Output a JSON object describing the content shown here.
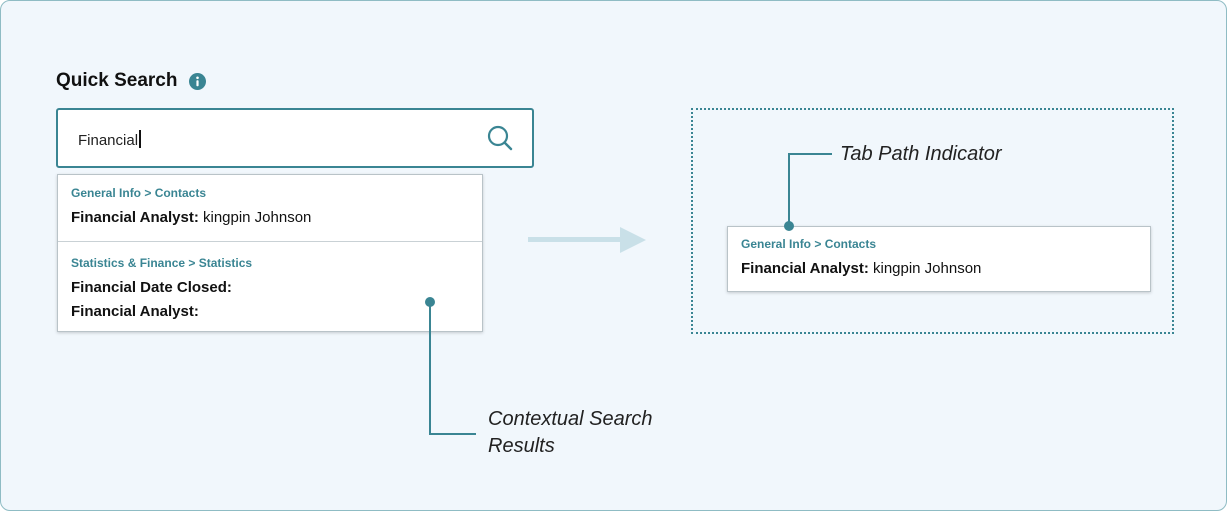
{
  "quick_search": {
    "title": "Quick Search",
    "info_icon": "info-icon",
    "input_value": "Financial",
    "search_icon": "search-icon"
  },
  "results": [
    {
      "path": "General Info > Contacts",
      "lines": [
        {
          "label": "Financial Analyst:",
          "value": "kingpin Johnson"
        }
      ]
    },
    {
      "path": "Statistics & Finance > Statistics",
      "lines": [
        {
          "label": "Financial Date Closed:",
          "value": ""
        },
        {
          "label": "Financial Analyst:",
          "value": ""
        }
      ]
    }
  ],
  "preview_card": {
    "path": "General Info > Contacts",
    "label": "Financial Analyst:",
    "value": "kingpin Johnson"
  },
  "annotations": {
    "tab_path_indicator": "Tab Path Indicator",
    "contextual_results_line1": "Contextual Search",
    "contextual_results_line2": "Results"
  },
  "colors": {
    "accent": "#3a8593",
    "background": "#f1f7fc",
    "arrow": "#c9e0e8"
  }
}
